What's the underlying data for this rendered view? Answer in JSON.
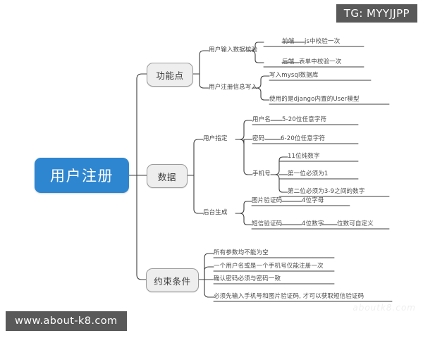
{
  "overlays": {
    "telegram_badge": "TG: MYYJJPP",
    "site_badge": "www.about-k8.com",
    "ghost_watermark": "aboutk8.com"
  },
  "colors": {
    "root_fill": "#2e86d0",
    "root_text": "#ffffff",
    "branch_fill": "#eeeeee",
    "branch_border": "#9a9a9a",
    "line": "#3c3c3c",
    "leaf_text": "#4a4a4a",
    "chip_bg": "#595959"
  },
  "mindmap": {
    "root": "用户注册",
    "branches": [
      {
        "label": "功能点",
        "children": [
          {
            "label": "用户输入数据校验",
            "children": [
              {
                "label": "前端",
                "children": [
                  {
                    "label": "js中校验一次"
                  }
                ]
              },
              {
                "label": "后端",
                "children": [
                  {
                    "label": "表单中校验一次"
                  }
                ]
              }
            ]
          },
          {
            "label": "用户注册信息写入",
            "children": [
              {
                "label": "写入mysql数据库"
              },
              {
                "label": "使用的是django内置的User模型"
              }
            ]
          }
        ]
      },
      {
        "label": "数据",
        "children": [
          {
            "label": "用户指定",
            "children": [
              {
                "label": "用户名",
                "children": [
                  {
                    "label": "5-20位任意字符"
                  }
                ]
              },
              {
                "label": "密码",
                "children": [
                  {
                    "label": "6-20位任意字符"
                  }
                ]
              },
              {
                "label": "手机号",
                "children": [
                  {
                    "label": "11位纯数字"
                  },
                  {
                    "label": "第一位必须为1"
                  },
                  {
                    "label": "第二位必须为3-9之间的数字"
                  }
                ]
              }
            ]
          },
          {
            "label": "后台生成",
            "children": [
              {
                "label": "图片验证码",
                "children": [
                  {
                    "label": "4位字母"
                  }
                ]
              },
              {
                "label": "短信验证码",
                "children": [
                  {
                    "label": "4位数字",
                    "children": [
                      {
                        "label": "位数可自定义"
                      }
                    ]
                  }
                ]
              }
            ]
          }
        ]
      },
      {
        "label": "约束条件",
        "children": [
          {
            "label": "所有参数均不能为空"
          },
          {
            "label": "一个用户名或是一个手机号仅能注册一次"
          },
          {
            "label": "确认密码必须与密码一致"
          },
          {
            "label": "必须先输入手机号和图片验证码, 才可以获取短信验证码"
          }
        ]
      }
    ]
  }
}
